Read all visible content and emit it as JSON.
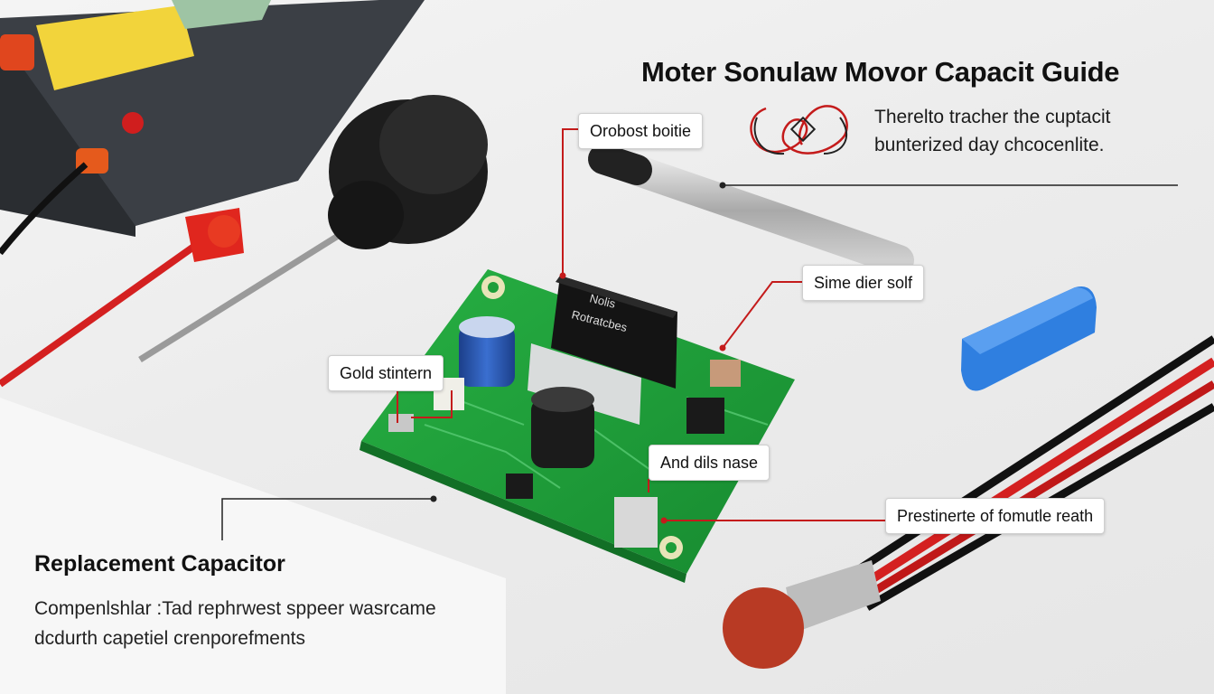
{
  "title": "Moter Sonulaw Movor Capacit Guide",
  "intro": {
    "line1": "Therelto tracher the cuptacit",
    "line2": "bunterized day chcocenlite."
  },
  "callouts": {
    "top": "Orobost boitie",
    "right_top": "Sime dier solf",
    "left": "Gold stintern",
    "center": "And dils nase",
    "right_bottom": "Prestinerte of fomutle reath"
  },
  "section": {
    "heading": "Replacement Capacitor",
    "line1": "Compenlshlar :Tad rephrwest sppeer wasrcame",
    "line2": "dcdurth capetiel crenporefments"
  },
  "chip_text": {
    "line1": "Nolis",
    "line2": "Rotratcbes"
  },
  "colors": {
    "pcb": "#1f9e3a",
    "wire_red": "#d42020",
    "leader_line": "#c41b1b",
    "eraser_blue": "#2f7fe0",
    "meter_body": "#3b3f45",
    "meter_label": "#f2d43b"
  },
  "icons": [
    "infinity-icon"
  ]
}
